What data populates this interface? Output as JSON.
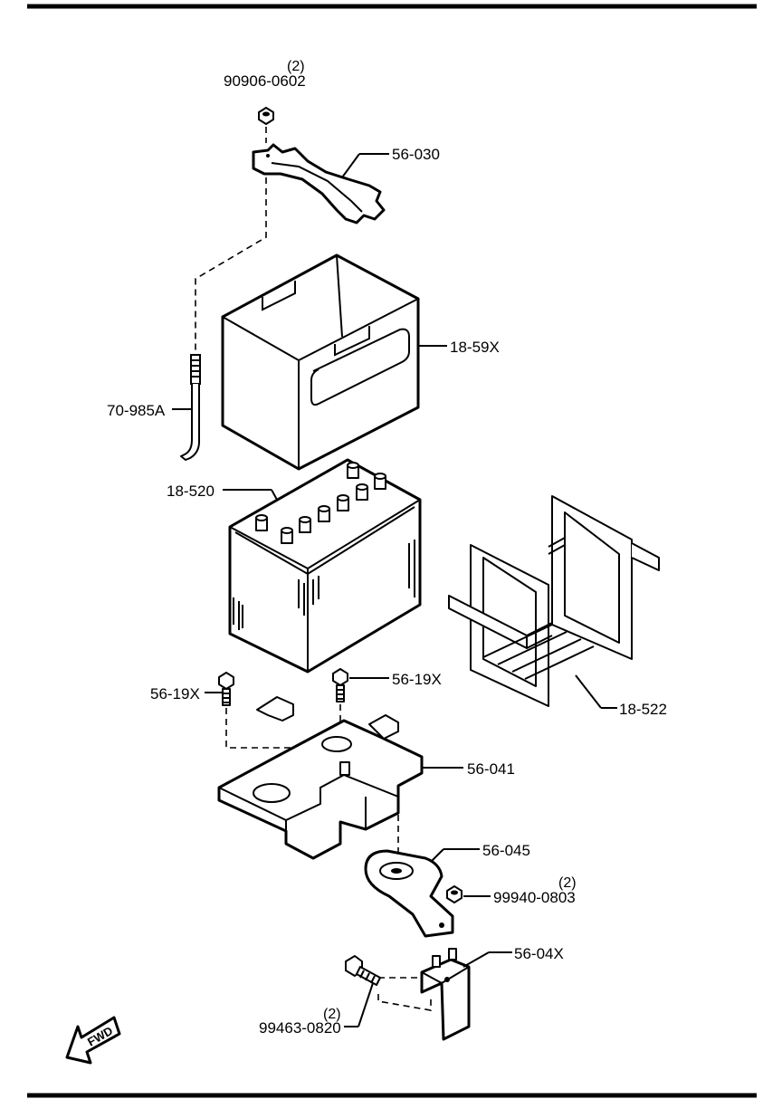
{
  "parts": {
    "nut_top": {
      "number": "90906-0602",
      "qty": "(2)"
    },
    "battery_clamp": {
      "number": "56-030"
    },
    "battery_cover": {
      "number": "18-59X"
    },
    "hold_rod": {
      "number": "70-985A"
    },
    "battery": {
      "number": "18-520"
    },
    "bolt_left": {
      "number": "56-19X"
    },
    "bolt_right": {
      "number": "56-19X"
    },
    "battery_tray": {
      "number": "56-041"
    },
    "tray_bracket": {
      "number": "56-045"
    },
    "nut_bracket": {
      "number": "99940-0803",
      "qty": "(2)"
    },
    "support_bracket": {
      "number": "56-04X"
    },
    "bolt_bottom": {
      "number": "99463-0820",
      "qty": "(2)"
    },
    "battery_frame": {
      "number": "18-522"
    }
  },
  "direction": {
    "label": "FWD"
  }
}
